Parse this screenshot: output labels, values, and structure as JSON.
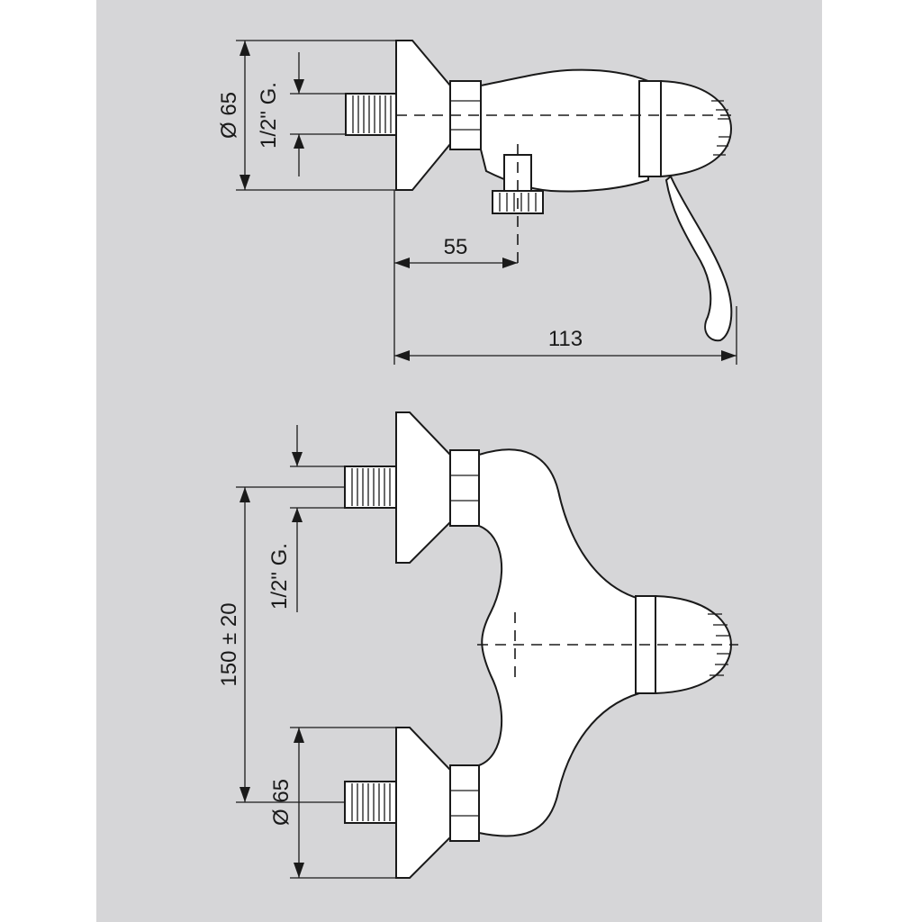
{
  "drawing": {
    "top_view": {
      "dia_label": "Ø 65",
      "thread_label": "1/2\" G.",
      "outlet_label": "55",
      "total_label": "113"
    },
    "front_view": {
      "thread_label": "1/2\" G.",
      "spacing_label": "150 ± 20",
      "dia_label": "Ø 65"
    }
  },
  "colors": {
    "background": "#d6d6d8",
    "line": "#1a1a1a",
    "fill": "#ffffff"
  }
}
